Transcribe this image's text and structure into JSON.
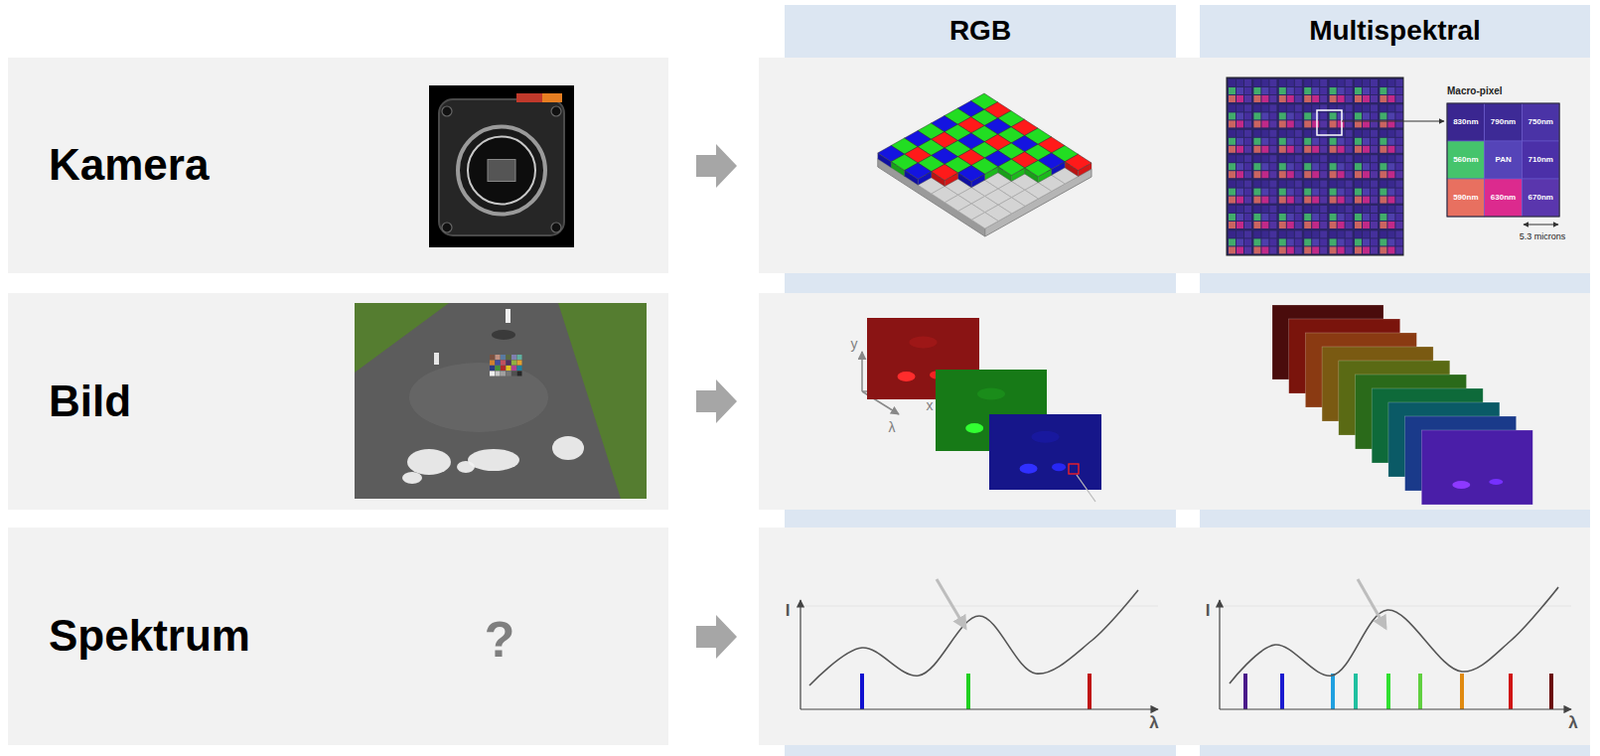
{
  "diagram": {
    "nodes": [
      {
        "text": [
          "RGB"
        ]
      },
      {
        "text": [
          "Multispektral"
        ]
      },
      {
        "text": [
          "Kamera"
        ]
      },
      {
        "text": [
          "Bild"
        ]
      },
      {
        "text": [
          "Spektrum"
        ]
      }
    ],
    "labels": [
      "?",
      "Macro-pixel",
      "830nm",
      "790nm",
      "750nm",
      "560nm",
      "PAN",
      "710nm",
      "590nm",
      "630nm",
      "670nm",
      "5.3 microns",
      "y",
      "x",
      "λ",
      "I",
      "λ",
      "I",
      "λ"
    ]
  }
}
